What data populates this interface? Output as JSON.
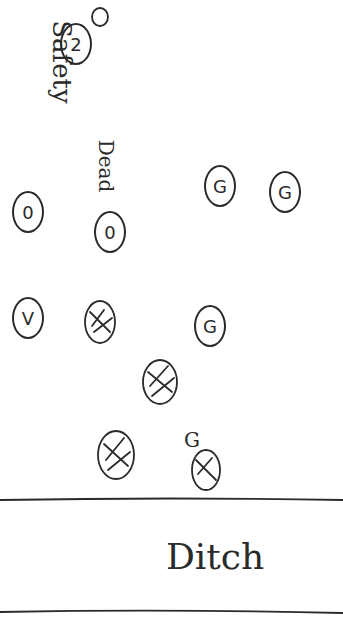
{
  "diagram": {
    "nodes": [
      {
        "text": [
          "2"
        ]
      },
      {
        "text": [
          "0"
        ]
      },
      {
        "text": [
          "G"
        ]
      },
      {
        "text": [
          "G"
        ]
      },
      {
        "text": [
          "0"
        ]
      },
      {
        "text": [
          "V"
        ]
      },
      {
        "text": [
          "G"
        ]
      }
    ],
    "labels": [
      "Safety",
      "Dead",
      "G",
      "Ditch"
    ]
  }
}
